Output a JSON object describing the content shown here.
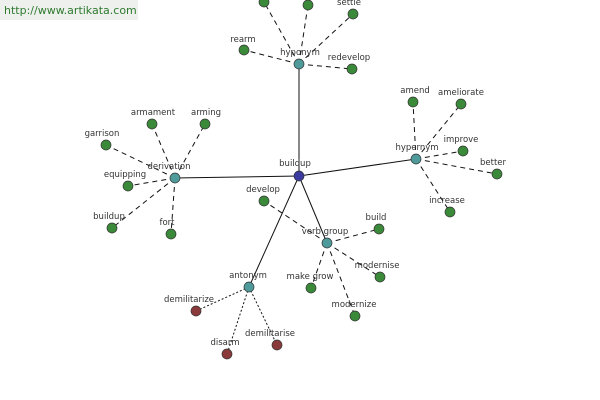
{
  "watermark": {
    "url": "http://www.artikata.com"
  },
  "colors": {
    "center": "#3a3aa0",
    "relation": "#4f9a9a",
    "leaf": "#3a8a3a",
    "antonym_leaf": "#8a3a3a"
  },
  "center": {
    "label": "buildup"
  },
  "relations": [
    {
      "id": "hyponym",
      "label": "hyponym",
      "edge": "dash",
      "leaves": [
        "",
        "",
        "settle",
        "rearm",
        "redevelop"
      ]
    },
    {
      "id": "derivation",
      "label": "derivation",
      "edge": "dash",
      "leaves": [
        "armament",
        "arming",
        "garrison",
        "equipping",
        "buildup",
        "fort"
      ]
    },
    {
      "id": "hypernym",
      "label": "hypernym",
      "edge": "dash",
      "leaves": [
        "amend",
        "ameliorate",
        "improve",
        "better",
        "increase"
      ]
    },
    {
      "id": "verb-group",
      "label": "verb group",
      "edge": "dash",
      "leaves": [
        "develop",
        "build",
        "modernise",
        "make grow",
        "modernize"
      ]
    },
    {
      "id": "antonym",
      "label": "antonym",
      "edge": "dot",
      "leaves": [
        "demilitarize",
        "disarm",
        "demilitarise"
      ]
    }
  ]
}
